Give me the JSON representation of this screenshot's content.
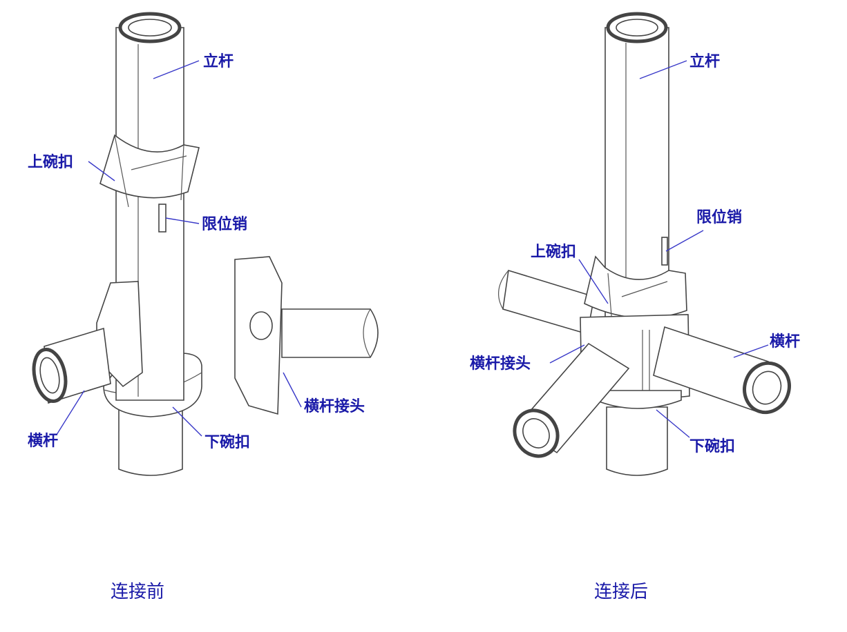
{
  "left": {
    "labels": {
      "vertical_pole": "立杆",
      "upper_bowl": "上碗扣",
      "limit_pin": "限位销",
      "horizontal_joint": "横杆接头",
      "horizontal_bar": "横杆",
      "lower_bowl": "下碗扣"
    },
    "caption": "连接前"
  },
  "right": {
    "labels": {
      "vertical_pole": "立杆",
      "limit_pin": "限位销",
      "upper_bowl": "上碗扣",
      "horizontal_bar": "横杆",
      "horizontal_joint": "横杆接头",
      "lower_bowl": "下碗扣"
    },
    "caption": "连接后"
  }
}
